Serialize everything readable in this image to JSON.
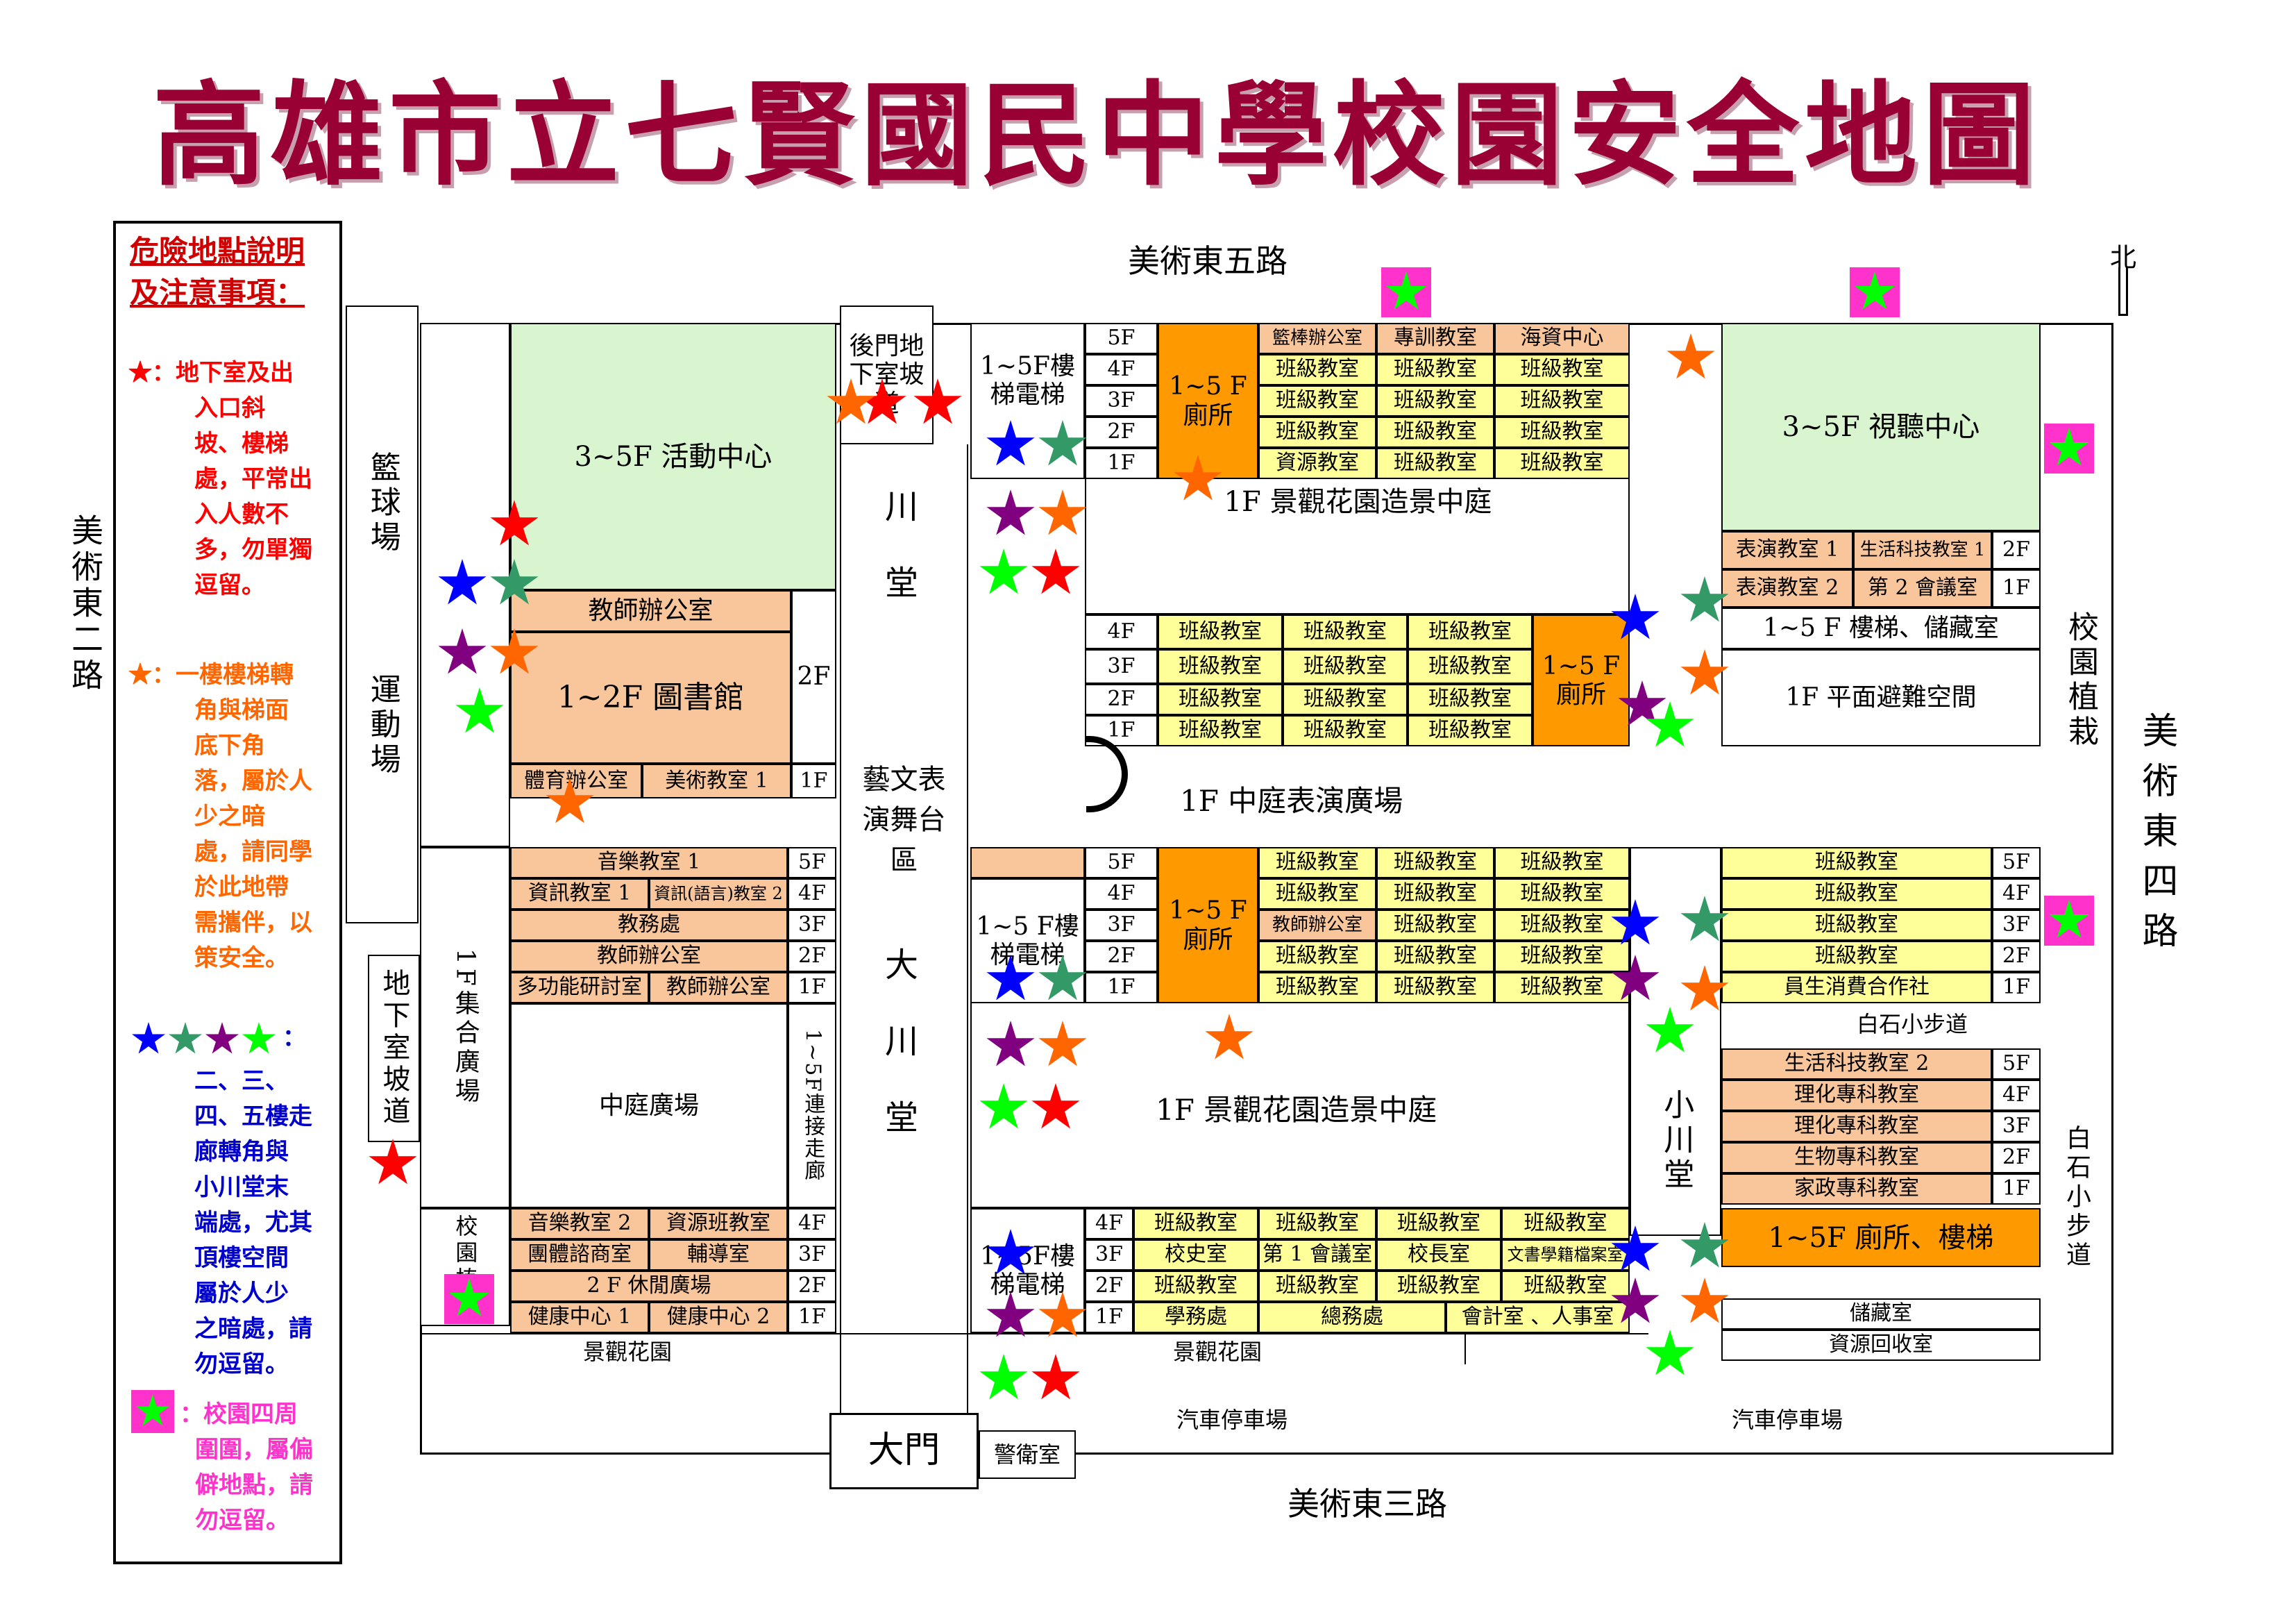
{
  "title": "高雄市立七賢國民中學校園安全地圖",
  "roads": {
    "north": "美術東五路",
    "south": "美術東三路",
    "west": "美術東二路",
    "east": "美術東四路",
    "north_mark": "北"
  },
  "legend": {
    "heading": [
      "危險地點說明",
      "及注意事項："
    ],
    "red": [
      "★：地下室及出",
      "入口斜",
      "坡、樓梯",
      "處，平常出",
      "入人數不",
      "多，勿單獨",
      "逗留。"
    ],
    "orange": [
      "★：一樓樓梯轉",
      "角與梯面",
      "底下角",
      "落，屬於人",
      "少之暗",
      "處，請同學",
      "於此地帶",
      "需攜伴，以",
      "策安全。"
    ],
    "multi_colon": "：",
    "blue": [
      "二、三、",
      "四、五樓走",
      "廊轉角與",
      "小川堂末",
      "端處，尤其",
      "頂樓空間",
      "屬於人少",
      "之暗處，請",
      "勿逗留。"
    ],
    "pink": [
      "：校園四周",
      "圍圍，屬偏",
      "僻地點，請",
      "勿逗留。"
    ],
    "colors": {
      "red": "#ff0000",
      "orange": "#ff6600",
      "blue": "#0000ff",
      "teal": "#339966",
      "purple": "#800080",
      "green": "#00ff00",
      "pink": "#ff33cc"
    }
  },
  "labels": {
    "basketball": "籃球場",
    "sports": "運動場",
    "basement_ramp": "地下室坡道",
    "activity": "3~5F 活動中心",
    "teacher_office": "教師辦公室",
    "library": "1~2F 圖書館",
    "f2": "2F",
    "pe_office": "體育辦公室",
    "art1": "美術教室 1",
    "f1": "1F",
    "back_gate": "後門地下室坡道",
    "chuan": "川",
    "tang": "堂",
    "stage": "藝文表演舞台區",
    "da": "大",
    "elev1": "1~5F樓梯電梯",
    "toilet": "1~5 F廁所",
    "garden_top": "1F 景觀花園造景中庭",
    "courtyard": "1F 中庭表演廣場",
    "av_center": "3~5F 視聽中心",
    "perf1": "表演教室 1",
    "livetech1": "生活科技教室 1",
    "perf2": "表演教室 2",
    "meeting2": "第 2 會議室",
    "stairs_storage": "1~5 F 樓梯、儲藏室",
    "refuge": "1F 平面避難空間",
    "school_plants": "校園植栽",
    "gather": "1F集合廣場",
    "music1": "音樂教室 1",
    "info1": "資訊教室 1",
    "info2": "資訊(語言)教室 2",
    "academic": "教務處",
    "multi": "多功能研討室",
    "center_plaza": "中庭廣場",
    "corridor": "1~5F連接走廊",
    "elev2": "1~5 F樓梯電梯",
    "garden_mid": "1F 景觀花園造景中庭",
    "small_chuan": "小川堂",
    "co_op": "員生消費合作社",
    "pebble": "白石小步道",
    "livetech2": "生活科技教室 2",
    "physchem": "理化專科教室",
    "bio": "生物專科教室",
    "home_ec": "家政專科教室",
    "toilet_stairs": "1~5F 廁所、樓梯",
    "storage": "儲藏室",
    "recycle": "資源回收室",
    "music2": "音樂教室 2",
    "resource_class": "資源班教室",
    "counsel_room": "團體諮商室",
    "counsel": "輔導室",
    "leisure": "2 F 休閒廣場",
    "health1": "健康中心 1",
    "health2": "健康中心 2",
    "landscape": "景觀花園",
    "main_gate": "大門",
    "guard": "警衛室",
    "parking": "汽車停車場",
    "history": "校史室",
    "meeting1": "第 1 會議室",
    "principal": "校長室",
    "archive": "文書學籍檔案室",
    "student_affairs": "學務處",
    "general_affairs": "總務處",
    "accounting": "會計室 、人事室",
    "class": "班級教室",
    "counsel_office": "籃棒辦公室",
    "training": "專訓教室",
    "ocean": "海資中心",
    "resource_room": "資源教室",
    "floors": [
      "5F",
      "4F",
      "3F",
      "2F",
      "1F"
    ]
  }
}
